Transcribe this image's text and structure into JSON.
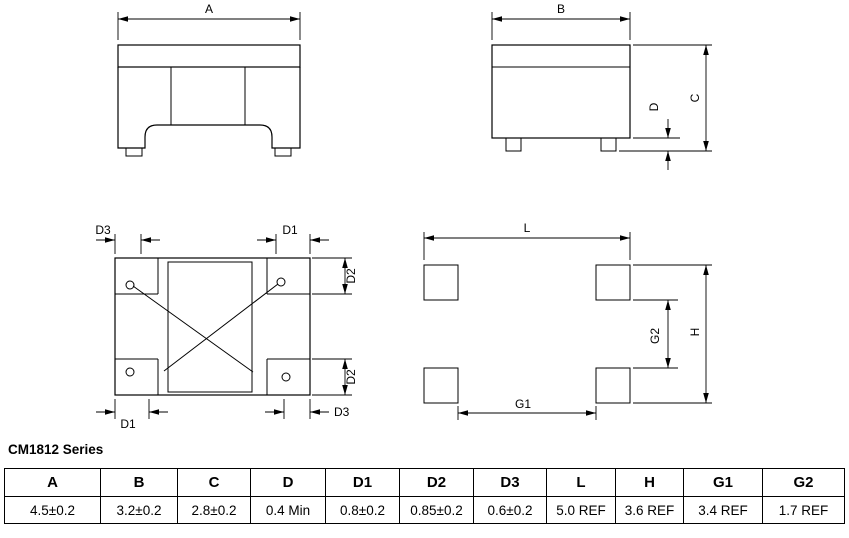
{
  "title": "CM1812 Series",
  "dim_labels": {
    "a": "A",
    "b": "B",
    "c": "C",
    "d": "D",
    "d3_top": "D3",
    "d1_top": "D1",
    "d2_upper": "D2",
    "d2_lower": "D2",
    "d1_bottom": "D1",
    "d3_bottom": "D3",
    "l": "L",
    "h": "H",
    "g2": "G2",
    "g1": "G1"
  },
  "table": {
    "headers": [
      "A",
      "B",
      "C",
      "D",
      "D1",
      "D2",
      "D3",
      "L",
      "H",
      "G1",
      "G2"
    ],
    "values": [
      "4.5±0.2",
      "3.2±0.2",
      "2.8±0.2",
      "0.4 Min",
      "0.8±0.2",
      "0.85±0.2",
      "0.6±0.2",
      "5.0 REF",
      "3.6 REF",
      "3.4 REF",
      "1.7 REF"
    ]
  }
}
